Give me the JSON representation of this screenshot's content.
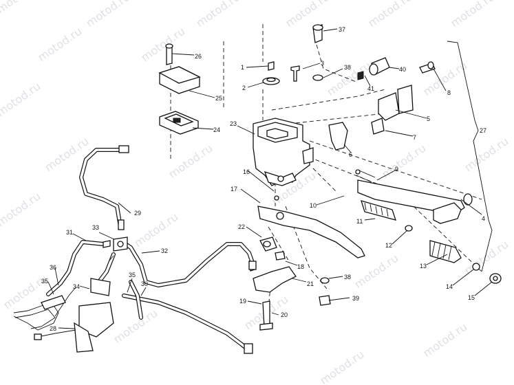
{
  "watermark": "motod.ru",
  "callouts": [
    "1",
    "2",
    "3",
    "4",
    "5",
    "6",
    "7",
    "8",
    "9",
    "10",
    "11",
    "12",
    "13",
    "14",
    "15",
    "16",
    "17",
    "18",
    "19",
    "20",
    "21",
    "22",
    "23",
    "24",
    "25",
    "26",
    "27",
    "28",
    "29",
    "30",
    "31",
    "32",
    "33",
    "34",
    "35",
    "35",
    "36",
    "37",
    "38",
    "38",
    "39",
    "40",
    "41"
  ]
}
